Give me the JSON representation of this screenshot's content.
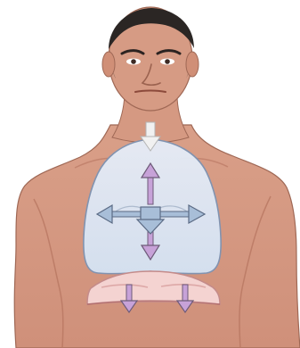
{
  "figure": {
    "subject": "human-torso-thoracic-expansion",
    "colors": {
      "background": "#ffffff",
      "skin": "#d89d86",
      "skin_shadow": "#b97963",
      "skin_highlight": "#ebb9a2",
      "hair": "#2b2624",
      "lung_fill": "#dbe8f7",
      "lung_edge": "#7d93b3",
      "diaphragm": "#f4d3d1",
      "diaphragm_edge": "#c48b8a",
      "arrow_purple": "#c7a2d8",
      "arrow_purple_edge": "#6e5b79",
      "arrow_blue": "#a8bed8",
      "arrow_blue_edge": "#5b6b85",
      "airflow_arrow": "#f1f1f1"
    },
    "arrows": [
      {
        "name": "airflow-inhalation-arrow",
        "icon": "down-arrow"
      },
      {
        "name": "lung-expansion-up-arrow",
        "icon": "up-arrow"
      },
      {
        "name": "lung-expansion-left-arrow",
        "icon": "left-arrow"
      },
      {
        "name": "lung-expansion-right-arrow",
        "icon": "right-arrow"
      },
      {
        "name": "lung-expansion-down-arrow",
        "icon": "down-arrow"
      },
      {
        "name": "diaphragm-descend-left-arrow",
        "icon": "down-arrow"
      },
      {
        "name": "diaphragm-descend-right-arrow",
        "icon": "down-arrow"
      }
    ]
  }
}
